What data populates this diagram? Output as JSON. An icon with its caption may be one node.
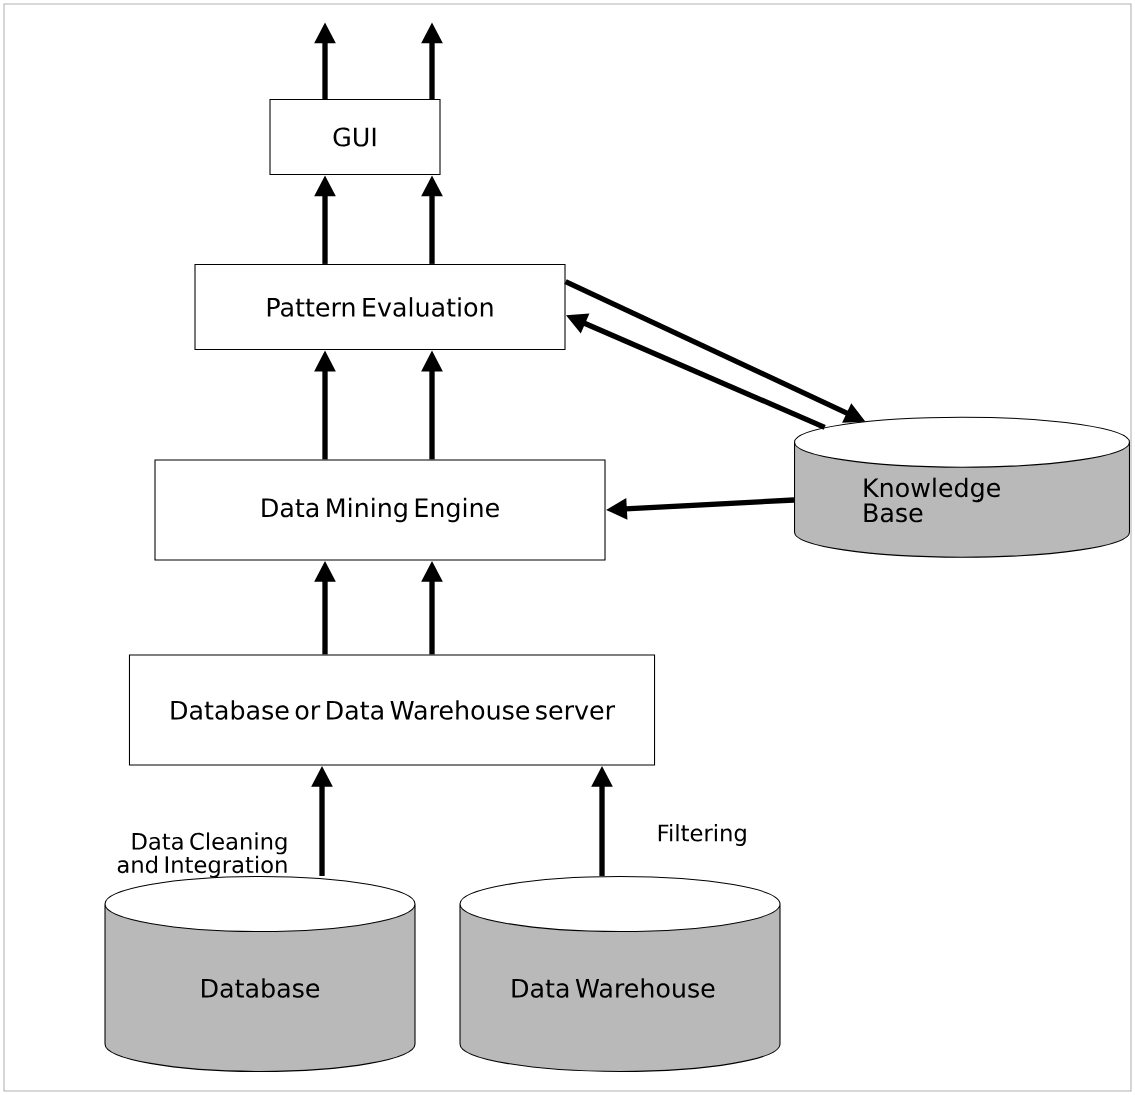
{
  "diagram": {
    "nodes": [
      {
        "text": [
          "GUI"
        ]
      },
      {
        "text": [
          "Pattern Evaluation"
        ]
      },
      {
        "text": [
          "Data Mining Engine"
        ]
      },
      {
        "text": [
          "Knowledge Base"
        ]
      },
      {
        "text": [
          "Database or Data Warehouse server"
        ]
      },
      {
        "text": [
          "Database"
        ]
      },
      {
        "text": [
          "Data Warehouse"
        ]
      }
    ],
    "edges": [
      {
        "from": 0,
        "to": null,
        "arrow": "to"
      },
      {
        "from": 0,
        "to": null,
        "arrow": "to"
      },
      {
        "from": 1,
        "to": 0,
        "arrow": "to"
      },
      {
        "from": 1,
        "to": 0,
        "arrow": "to"
      },
      {
        "from": 2,
        "to": 1,
        "arrow": "to"
      },
      {
        "from": 2,
        "to": 1,
        "arrow": "to"
      },
      {
        "from": 4,
        "to": 2,
        "arrow": "to"
      },
      {
        "from": 4,
        "to": 2,
        "arrow": "to"
      },
      {
        "from": 5,
        "to": 4,
        "arrow": "to",
        "label": "Data Cleaning and Integration"
      },
      {
        "from": 6,
        "to": 4,
        "arrow": "to",
        "label": "Filtering"
      },
      {
        "from": 1,
        "to": 3,
        "arrow": "to"
      },
      {
        "from": 3,
        "to": 1,
        "arrow": "to"
      },
      {
        "from": 3,
        "to": 2,
        "arrow": "to"
      }
    ]
  }
}
